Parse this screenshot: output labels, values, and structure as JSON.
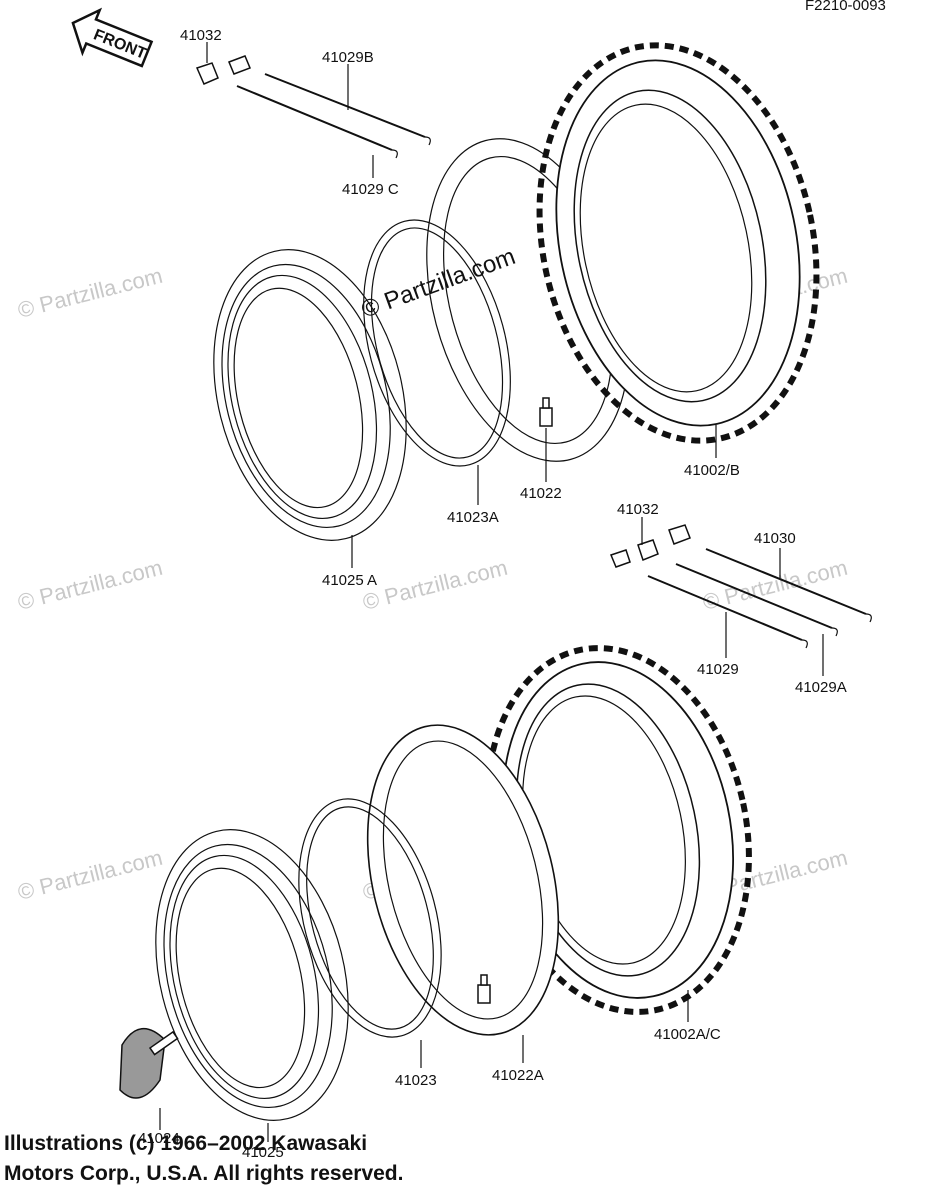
{
  "diagram_code": "F2210-0093",
  "front_arrow_label": "FRONT",
  "watermark_text": "© Partzilla.com",
  "part_labels": {
    "p41032_top": "41032",
    "p41029B": "41029B",
    "p41029C": "41029 C",
    "p41002B": "41002/B",
    "p41022": "41022",
    "p41023A": "41023A",
    "p41025A": "41025 A",
    "p41032_mid": "41032",
    "p41030": "41030",
    "p41029": "41029",
    "p41029A": "41029A",
    "p41002AC": "41002A/C",
    "p41022A": "41022A",
    "p41023": "41023",
    "p41024": "41024",
    "p41025": "41025"
  },
  "copyright": {
    "line1": "Illustrations (c) 1966–2002 Kawasaki",
    "line2": "Motors Corp., U.S.A.  All rights reserved."
  },
  "colors": {
    "ink": "#111111",
    "watermark": "#c8c8c8",
    "background": "#ffffff"
  }
}
